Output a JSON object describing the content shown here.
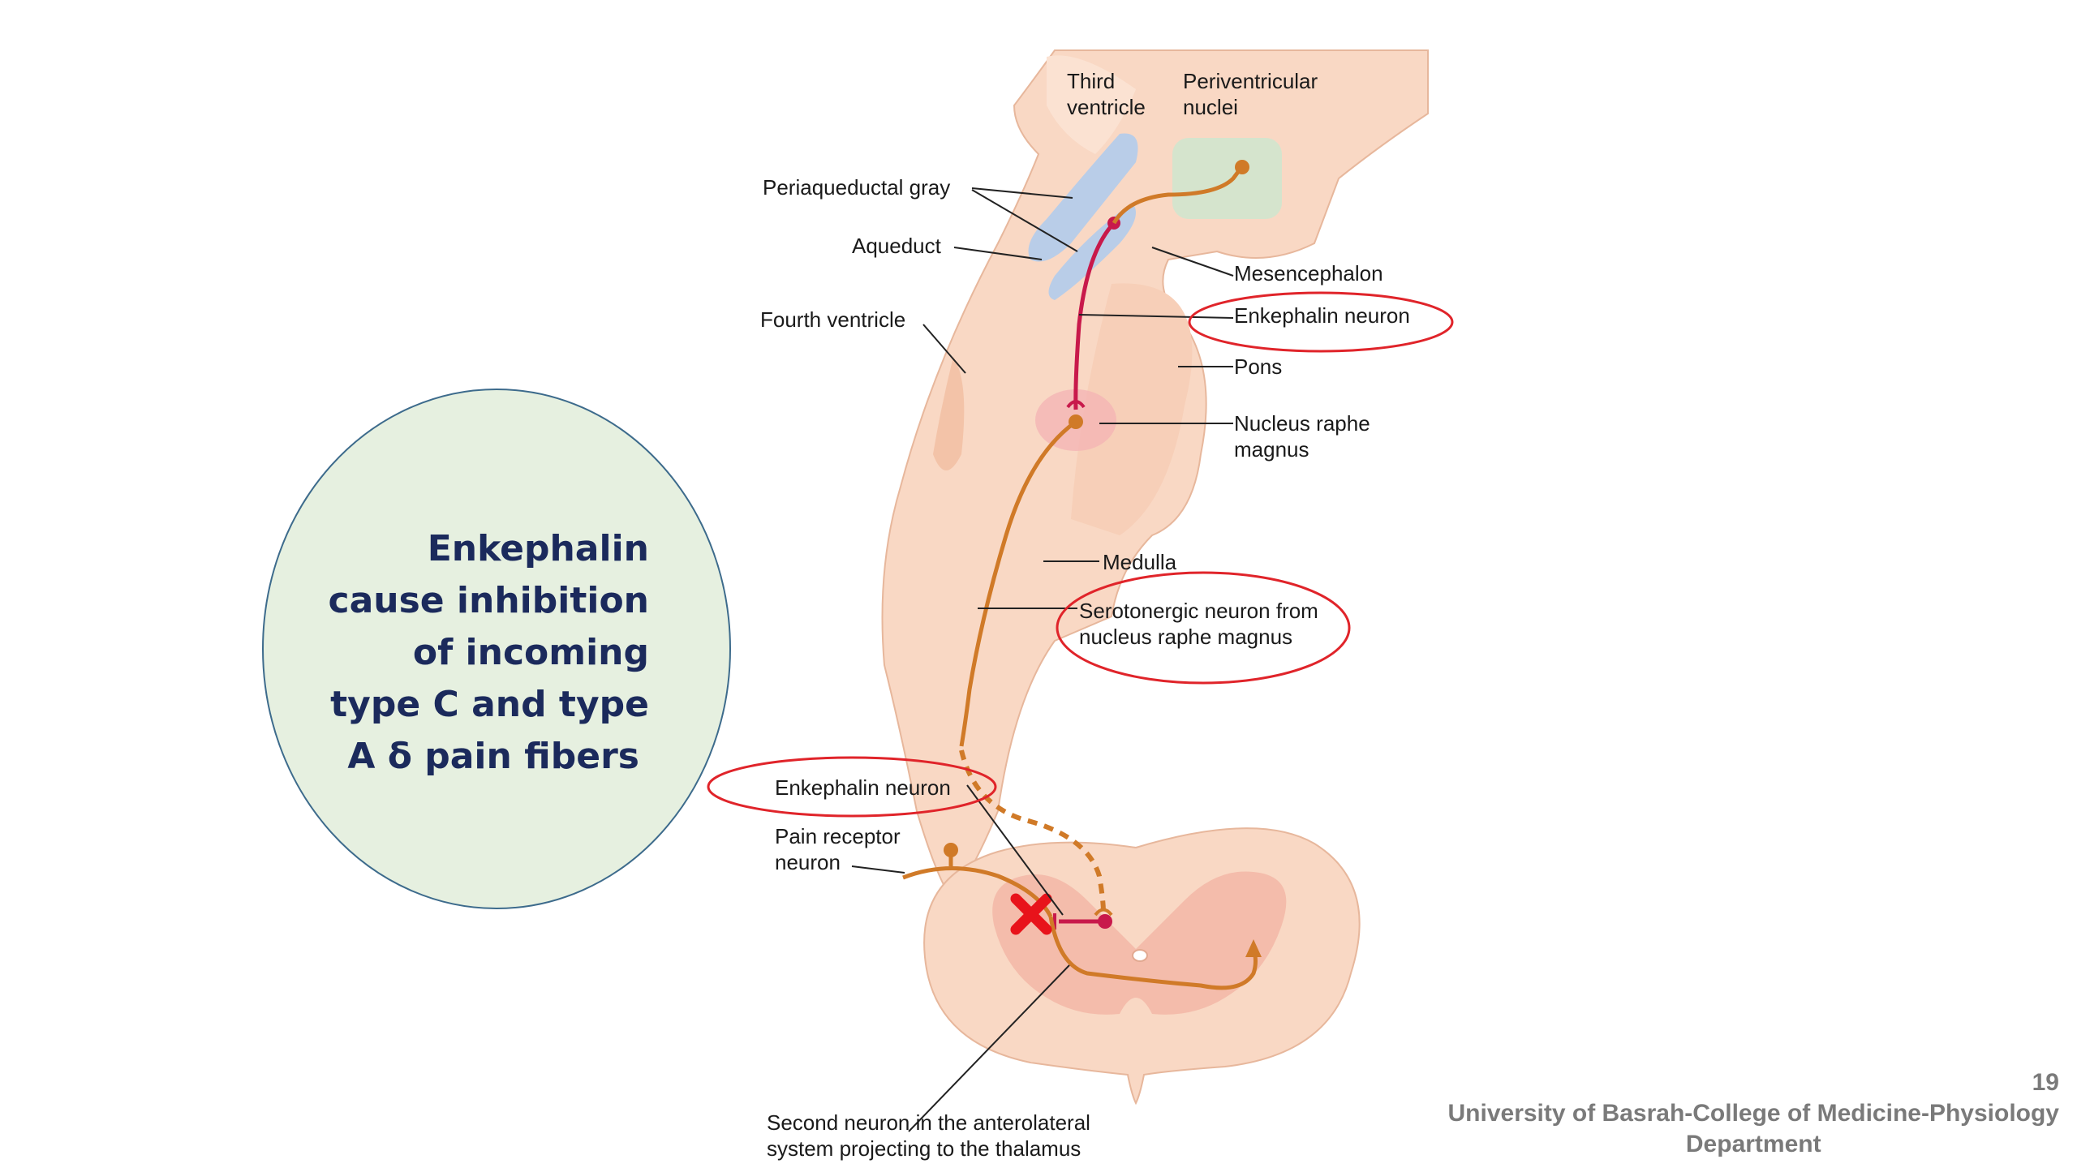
{
  "callout": {
    "lines": [
      "Enkephalin",
      "cause inhibition",
      "of incoming",
      "type C and type",
      "A δ pain fibers"
    ]
  },
  "labels": {
    "third_ventricle": [
      "Third",
      "ventricle"
    ],
    "periventricular_nuclei": [
      "Periventricular",
      "nuclei"
    ],
    "periaqueductal_gray": "Periaqueductal gray",
    "aqueduct": "Aqueduct",
    "mesencephalon": "Mesencephalon",
    "enkephalin_neuron_top": "Enkephalin neuron",
    "fourth_ventricle": "Fourth ventricle",
    "pons": "Pons",
    "nucleus_raphe_magnus": [
      "Nucleus raphe",
      "magnus"
    ],
    "medulla": "Medulla",
    "serotonergic_neuron": [
      "Serotonergic neuron from",
      "nucleus raphe magnus"
    ],
    "enkephalin_neuron_bottom": "Enkephalin neuron",
    "pain_receptor_neuron": [
      "Pain receptor",
      "neuron"
    ],
    "second_neuron": [
      "Second neuron in the anterolateral",
      "system projecting to the thalamus"
    ]
  },
  "footer": {
    "page_number": "19",
    "institution": "University of Basrah-College of Medicine-Physiology",
    "department": "Department"
  },
  "colors": {
    "callout_fill": "#e6f0e0",
    "callout_border": "#3d6b8c",
    "callout_text": "#1b2a5c",
    "tissue": "#f9d8c4",
    "tissue_dark": "#f1bca2",
    "aqueduct_blue": "#b9cde8",
    "nuclei_green": "#cfe6cf",
    "enkephalin_neuron": "#c8194b",
    "serotonergic_neuron": "#d07a28",
    "highlight_oval": "#e0242a",
    "inhibition_x": "#e8131b",
    "footer_text": "#7a7a7a"
  }
}
